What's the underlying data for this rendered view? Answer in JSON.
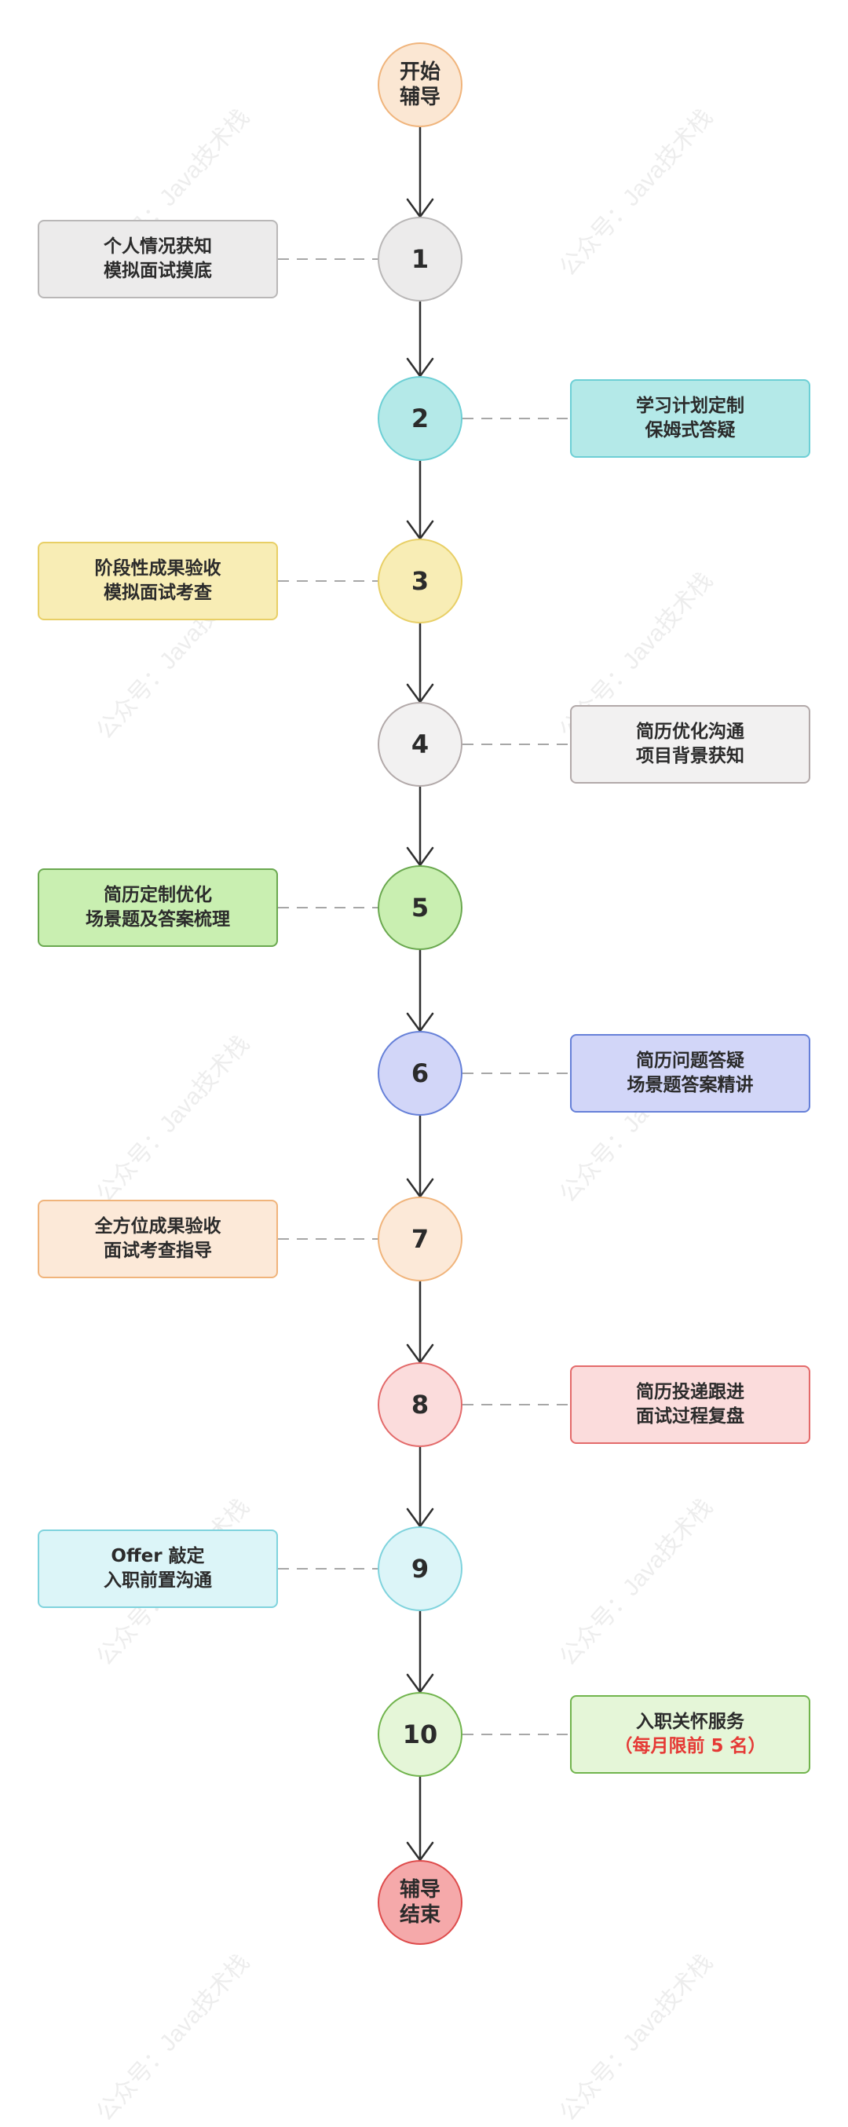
{
  "diagram": {
    "start_node": {
      "line1": "开始",
      "line2": "辅导",
      "fill": "#fbe7d3",
      "stroke": "#f0b47b"
    },
    "end_node": {
      "line1": "辅导",
      "line2": "结束",
      "fill": "#f5a9aa",
      "stroke": "#de4b4b"
    },
    "steps": [
      {
        "number": "1",
        "side": "left",
        "lines": [
          "个人情况获知",
          "模拟面试摸底"
        ],
        "fill": "#ecebeb",
        "stroke": "#b9b7b7"
      },
      {
        "number": "2",
        "side": "right",
        "lines": [
          "学习计划定制",
          "保姆式答疑"
        ],
        "fill": "#b4e9e8",
        "stroke": "#6dcfd5"
      },
      {
        "number": "3",
        "side": "left",
        "lines": [
          "阶段性成果验收",
          "模拟面试考查"
        ],
        "fill": "#f8edb5",
        "stroke": "#e8cf66"
      },
      {
        "number": "4",
        "side": "right",
        "lines": [
          "简历优化沟通",
          "项目背景获知"
        ],
        "fill": "#f2f1f1",
        "stroke": "#b2a9a9"
      },
      {
        "number": "5",
        "side": "left",
        "lines": [
          "简历定制优化",
          "场景题及答案梳理"
        ],
        "fill": "#c9efb1",
        "stroke": "#6aa84f"
      },
      {
        "number": "6",
        "side": "right",
        "lines": [
          "简历问题答疑",
          "场景题答案精讲"
        ],
        "fill": "#d2d6f8",
        "stroke": "#6680d8"
      },
      {
        "number": "7",
        "side": "left",
        "lines": [
          "全方位成果验收",
          "面试考查指导"
        ],
        "fill": "#fce9d8",
        "stroke": "#f0b47b"
      },
      {
        "number": "8",
        "side": "right",
        "lines": [
          "简历投递跟进",
          "面试过程复盘"
        ],
        "fill": "#fbdcdc",
        "stroke": "#e36a6a"
      },
      {
        "number": "9",
        "side": "left",
        "lines": [
          "Offer 敲定",
          "入职前置沟通"
        ],
        "fill": "#dcf5f8",
        "stroke": "#7fd3dd"
      },
      {
        "number": "10",
        "side": "right",
        "lines": [
          "入职关怀服务",
          "（每月限前 5 名）"
        ],
        "fill": "#e5f6d8",
        "stroke": "#71b44d",
        "line2_color": "#e53935"
      }
    ],
    "watermark_text": "公众号：Java技术栈",
    "connector_color": "#2f2f2f",
    "dash_color": "#a7a7a7"
  }
}
